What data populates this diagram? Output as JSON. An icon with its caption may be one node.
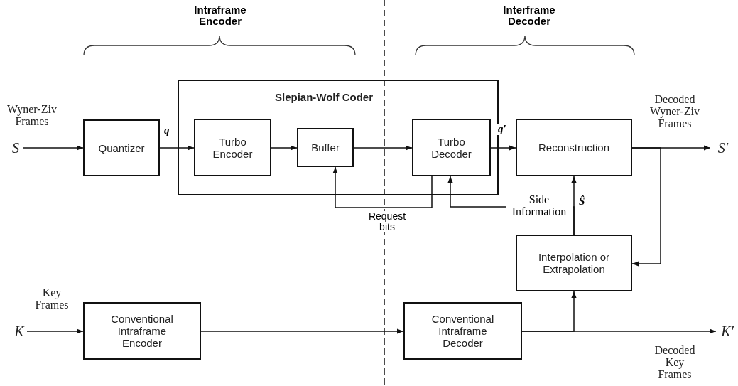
{
  "diagram": {
    "nodes": [
      {
        "text": [
          "Slepian-Wolf Coder"
        ]
      },
      {
        "text": [
          "Quantizer"
        ]
      },
      {
        "text": [
          "Turbo Encoder"
        ],
        "in": 0
      },
      {
        "text": [
          "Buffer"
        ],
        "in": 0
      },
      {
        "text": [
          "Turbo Decoder"
        ],
        "in": 0
      },
      {
        "text": [
          "Reconstruction"
        ]
      },
      {
        "text": [
          "Interpolation or Extrapolation"
        ]
      },
      {
        "text": [
          "Conventional Intraframe Encoder"
        ]
      },
      {
        "text": [
          "Conventional Intraframe Decoder"
        ]
      },
      {
        "text": [
          "S"
        ],
        "beside": [
          "Wyner-Ziv Frames"
        ]
      },
      {
        "text": [
          "S′"
        ],
        "beside": [
          "Decoded Wyner-Ziv Frames"
        ]
      },
      {
        "text": [
          "K"
        ],
        "beside": [
          "Key Frames"
        ]
      },
      {
        "text": [
          "K′"
        ],
        "beside": [
          "Decoded Key Frames"
        ]
      }
    ],
    "edges": [
      {
        "from": 9,
        "to": 1,
        "arrow": "to"
      },
      {
        "from": 1,
        "to": 2,
        "arrow": "to",
        "label": "q"
      },
      {
        "from": 2,
        "to": 3,
        "arrow": "to"
      },
      {
        "from": 3,
        "to": 4,
        "arrow": "to"
      },
      {
        "from": 4,
        "to": 5,
        "arrow": "to",
        "label": "q′"
      },
      {
        "from": 5,
        "to": 10,
        "arrow": "to"
      },
      {
        "from": 4,
        "to": 3,
        "arrow": "to",
        "label": "Request bits"
      },
      {
        "from": 6,
        "to": 5,
        "arrow": "to",
        "label": "Ŝ"
      },
      {
        "from": 6,
        "to": 4,
        "arrow": "to",
        "label": "Side Information"
      },
      {
        "from": 5,
        "to": 6,
        "arrow": "to"
      },
      {
        "from": 11,
        "to": 7,
        "arrow": "to"
      },
      {
        "from": 7,
        "to": 8,
        "arrow": "to"
      },
      {
        "from": 8,
        "to": 12,
        "arrow": "to"
      },
      {
        "from": 8,
        "to": 6,
        "arrow": "to"
      }
    ],
    "labels": [
      "Intraframe Encoder",
      "Interframe Decoder"
    ]
  }
}
